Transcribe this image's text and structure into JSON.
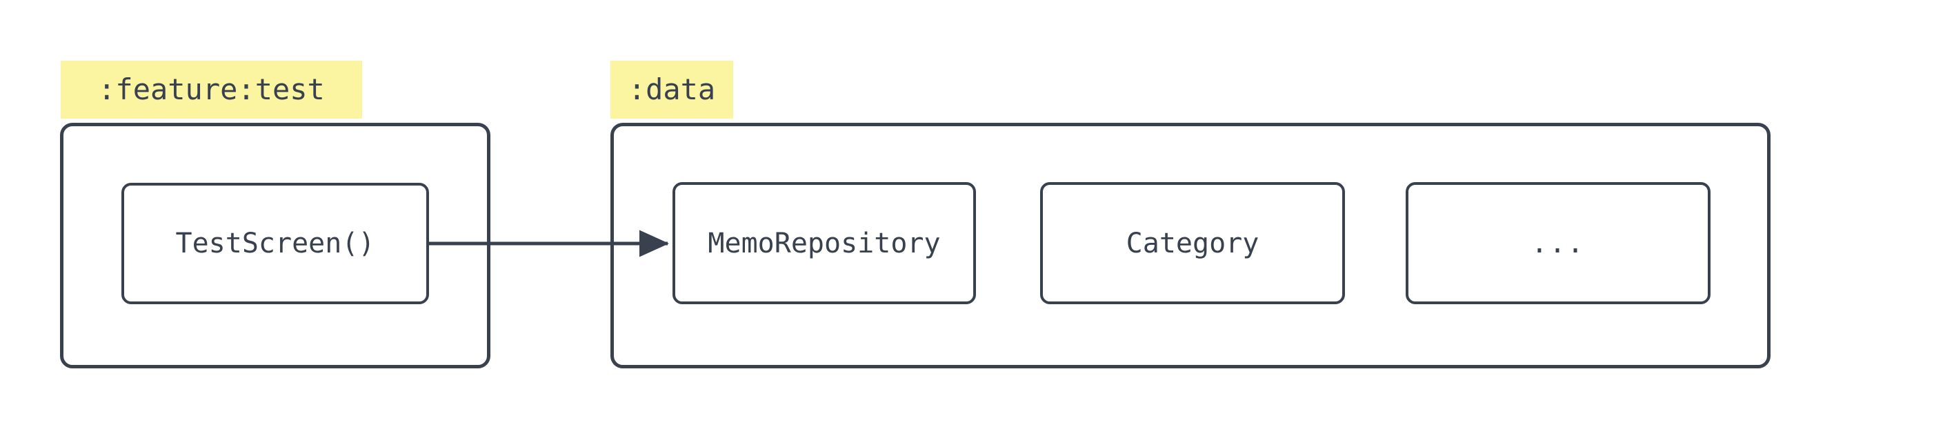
{
  "diagram": {
    "type": "module-dependency-diagram",
    "background_color": "#ffffff",
    "stroke_color": "#39414f",
    "label_highlight_color": "#fbf4a0",
    "modules": [
      {
        "id": "feature-test",
        "label": ":feature:test",
        "nodes": [
          {
            "id": "test-screen",
            "label": "TestScreen()"
          }
        ]
      },
      {
        "id": "data",
        "label": ":data",
        "nodes": [
          {
            "id": "memo-repository",
            "label": "MemoRepository"
          },
          {
            "id": "category",
            "label": "Category"
          },
          {
            "id": "more",
            "label": "..."
          }
        ]
      }
    ],
    "edges": [
      {
        "id": "test-screen-to-memo-repository",
        "from": "test-screen",
        "to": "memo-repository",
        "arrow": "filled-triangle",
        "direction": "right",
        "label": ""
      }
    ]
  }
}
